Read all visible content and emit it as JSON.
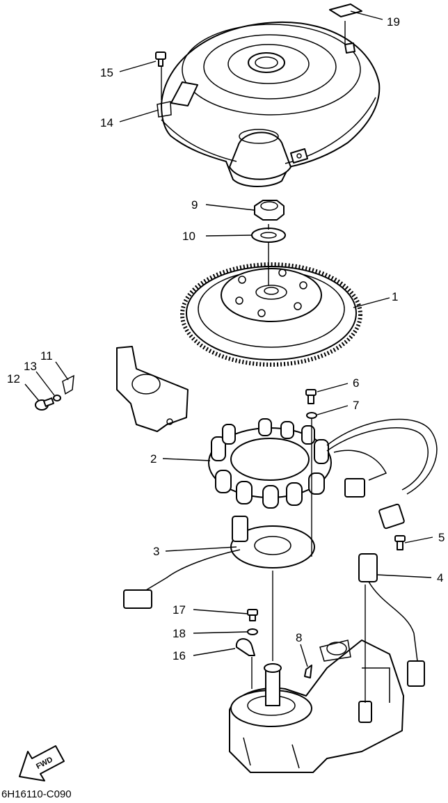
{
  "diagram": {
    "drawing_code": "6H16110-C090",
    "direction_marker": "FWD",
    "callouts": {
      "c1": "1",
      "c2": "2",
      "c3": "3",
      "c4": "4",
      "c5": "5",
      "c6": "6",
      "c7": "7",
      "c8": "8",
      "c9": "9",
      "c10": "10",
      "c11": "11",
      "c12": "12",
      "c13": "13",
      "c14": "14",
      "c15": "15",
      "c16": "16",
      "c17": "17",
      "c18": "18",
      "c19": "19"
    }
  }
}
